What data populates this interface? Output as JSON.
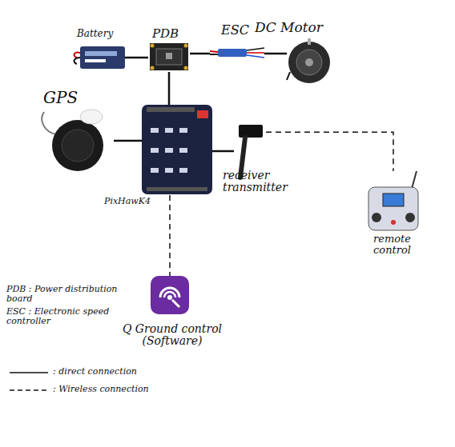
{
  "diagram": {
    "nodes": [
      {
        "text": [
          "Battery"
        ]
      },
      {
        "text": [
          "PDB"
        ]
      },
      {
        "text": [
          "ESC"
        ]
      },
      {
        "text": [
          "DC Motor"
        ]
      },
      {
        "text": [
          "GPS"
        ]
      },
      {
        "text": [
          "PixHawK4"
        ]
      },
      {
        "text": [
          "receiver transmitter"
        ]
      },
      {
        "text": [
          "remote control"
        ]
      },
      {
        "text": [
          "Q Ground control (Software)"
        ]
      }
    ],
    "edges": [
      {
        "from": 0,
        "to": 1,
        "arrow": "none"
      },
      {
        "from": 1,
        "to": 2,
        "arrow": "none"
      },
      {
        "from": 2,
        "to": 3,
        "arrow": "none"
      },
      {
        "from": 1,
        "to": 5,
        "arrow": "none"
      },
      {
        "from": 4,
        "to": 5,
        "arrow": "none"
      },
      {
        "from": 5,
        "to": 6,
        "arrow": "none"
      },
      {
        "from": 6,
        "to": 7,
        "arrow": "none"
      },
      {
        "from": 5,
        "to": 8,
        "arrow": "none"
      }
    ],
    "legend": [
      {
        "text": "PDB : Power distribution board"
      },
      {
        "text": "ESC : Electronic speed controller"
      },
      {
        "text": ": direct connection"
      },
      {
        "text": ": Wireless connection"
      }
    ]
  }
}
